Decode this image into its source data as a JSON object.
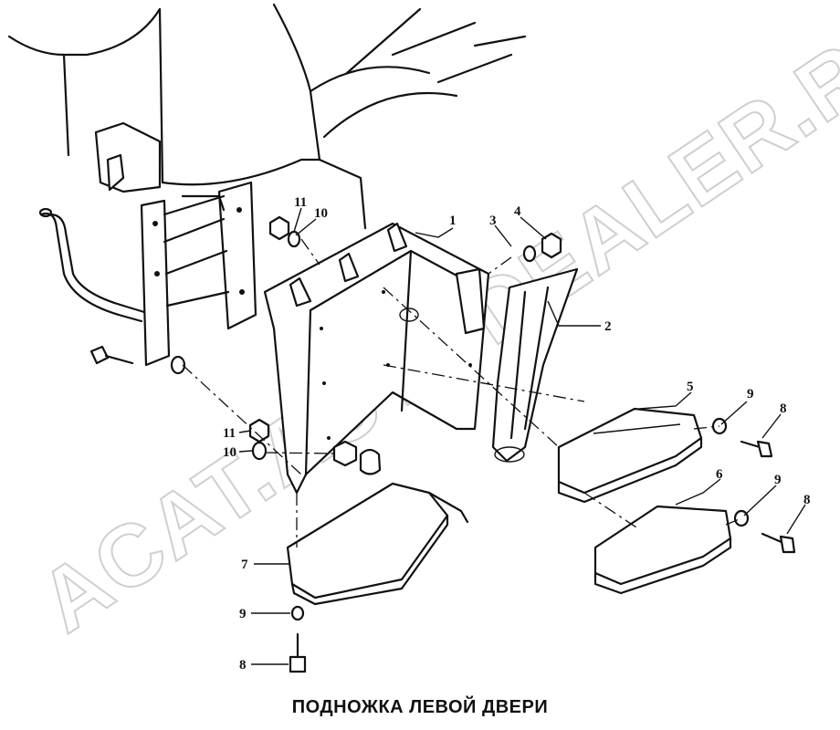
{
  "caption": "ПОДНОЖКА ЛЕВОЙ ДВЕРИ",
  "watermark": "ACAT.AUTODEALER.RU",
  "callouts": {
    "p1": "1",
    "p2": "2",
    "p3": "3",
    "p4": "4",
    "p5": "5",
    "p6": "6",
    "p7": "7",
    "p8a": "8",
    "p8b": "8",
    "p8c": "8",
    "p9a": "9",
    "p9b": "9",
    "p9c": "9",
    "p10a": "10",
    "p10b": "10",
    "p11a": "11",
    "p11b": "11"
  },
  "colors": {
    "line": "#111111",
    "watermark": "#cfcfcf",
    "background": "#ffffff"
  }
}
